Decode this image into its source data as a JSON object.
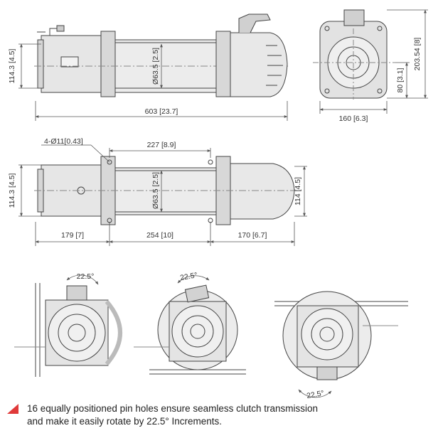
{
  "dimensions": {
    "top_left_height": "114.3 [4.5]",
    "top_drum_dia": "Ø63.5 [2.5]",
    "top_overall_length": "603 [23.7]",
    "side_overall_height": "203.54 [8]",
    "side_center_height": "80 [3.1]",
    "side_width": "160 [6.3]",
    "bolt_holes": "4-Ø11[0.43]",
    "bolt_spacing": "227 [8.9]",
    "plan_left_height": "114.3 [4.5]",
    "plan_drum_dia": "Ø63.5 [2.5]",
    "plan_right_height": "114 [4.5]",
    "seg_motor": "179 [7]",
    "seg_drum": "254 [10]",
    "seg_gear": "170 [6.7]"
  },
  "rotation": {
    "angle_1": "22.5°",
    "angle_2": "22.5°",
    "angle_3": "22.5°"
  },
  "note": {
    "line1": "16 equally positioned pin holes ensure seamless clutch transmission",
    "line2": "and make it easily rotate by 22.5° Increments.",
    "marker_color": "#e03a3a"
  }
}
